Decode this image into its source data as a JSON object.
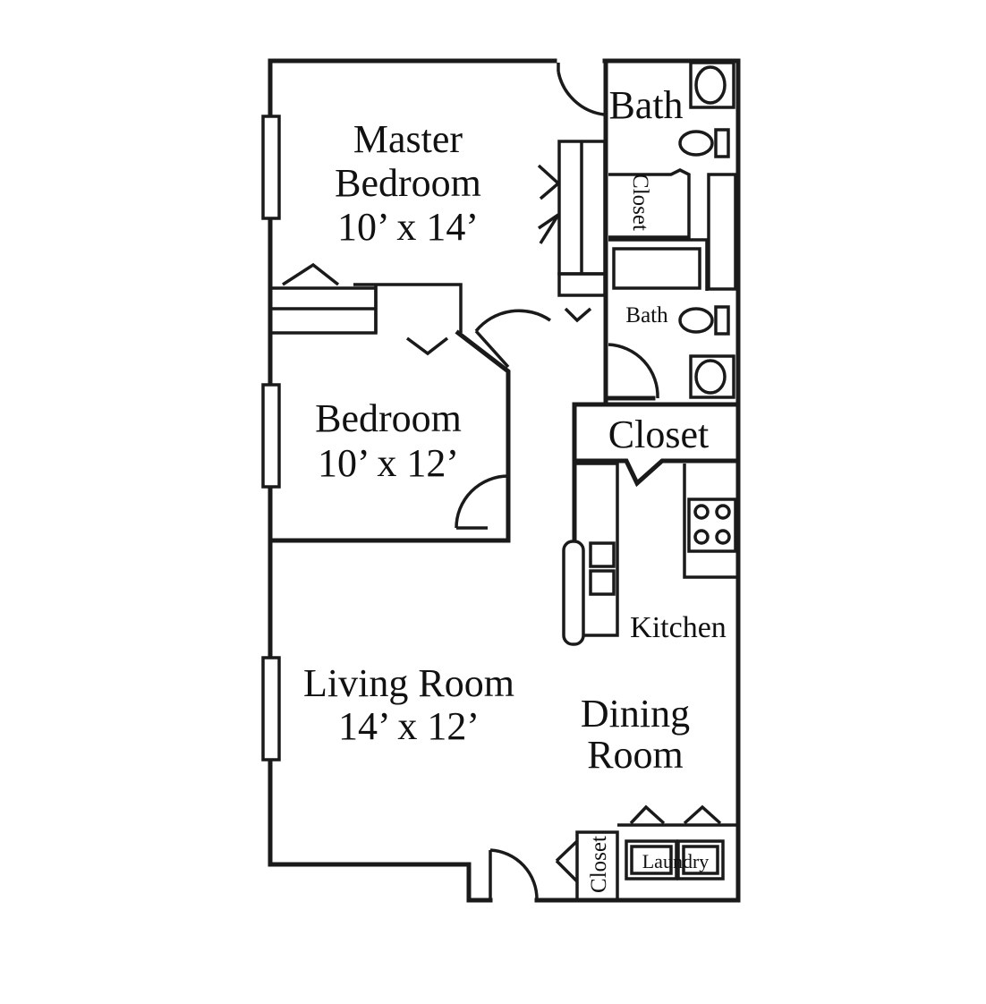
{
  "rooms": {
    "master_bedroom": {
      "name_line1": "Master",
      "name_line2": "Bedroom",
      "size": "10’ x 14’"
    },
    "bath_top": {
      "name": "Bath"
    },
    "closet_master": {
      "name": "Closet"
    },
    "bath_middle": {
      "name": "Bath"
    },
    "bedroom": {
      "name": "Bedroom",
      "size": "10’ x 12’"
    },
    "closet_hall": {
      "name": "Closet"
    },
    "kitchen": {
      "name": "Kitchen"
    },
    "living_room": {
      "name": "Living Room",
      "size": "14’ x 12’"
    },
    "dining_room": {
      "name_line1": "Dining",
      "name_line2": "Room"
    },
    "closet_entry": {
      "name": "Closet"
    },
    "laundry": {
      "name": "Laundry"
    }
  }
}
